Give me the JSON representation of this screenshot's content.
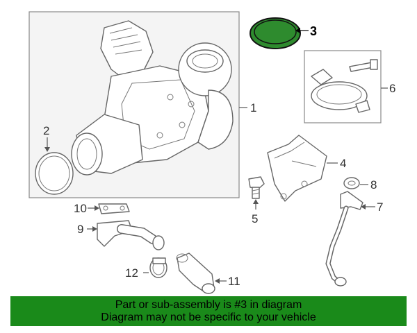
{
  "diagram": {
    "callouts": {
      "c1": "1",
      "c2": "2",
      "c3": "3",
      "c4": "4",
      "c5": "5",
      "c6": "6",
      "c7": "7",
      "c8": "8",
      "c9": "9",
      "c10": "10",
      "c11": "11",
      "c12": "12"
    },
    "highlight_color": "#2e8b2e"
  },
  "banner": {
    "line1": "Part or sub-assembly is #3 in diagram",
    "line2": "Diagram may not be specific to your vehicle",
    "background": "#1a8a1a"
  }
}
